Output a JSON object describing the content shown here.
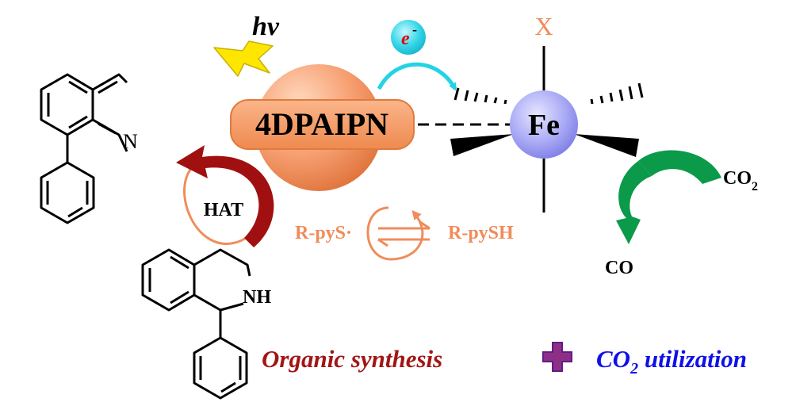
{
  "labels": {
    "light": "hv",
    "electron": "e",
    "electron_charge": "-",
    "catalyst": "4DPAIPN",
    "axial_ligand": "X",
    "metal": "Fe",
    "hat": "HAT",
    "thiyl_radical": "R-pyS·",
    "thiol": "R-pySH",
    "co2_main": "CO",
    "co2_sub": "2",
    "co": "CO",
    "nh": "NH",
    "n": "N",
    "organic_synthesis": "Organic synthesis",
    "co2_util_main": "CO",
    "co2_util_sub": "2",
    "co2_util_rest": " utilization"
  },
  "colors": {
    "catalyst_fill": "#f7a072",
    "catalyst_box": "#f39a63",
    "metal_sphere": "#a9a9f5",
    "electron_sphere": "#34d6e8",
    "electron_arrow": "#22d3e6",
    "lightning": "#ffe600",
    "x_label": "#f08c5a",
    "hat_cycle": "#f08c5a",
    "dark_red_arrow": "#a11010",
    "green_arrow": "#0b9a4a",
    "organic_text": "#a31515",
    "co2_text": "#1010e8",
    "plus_fill": "#8e2f86"
  }
}
